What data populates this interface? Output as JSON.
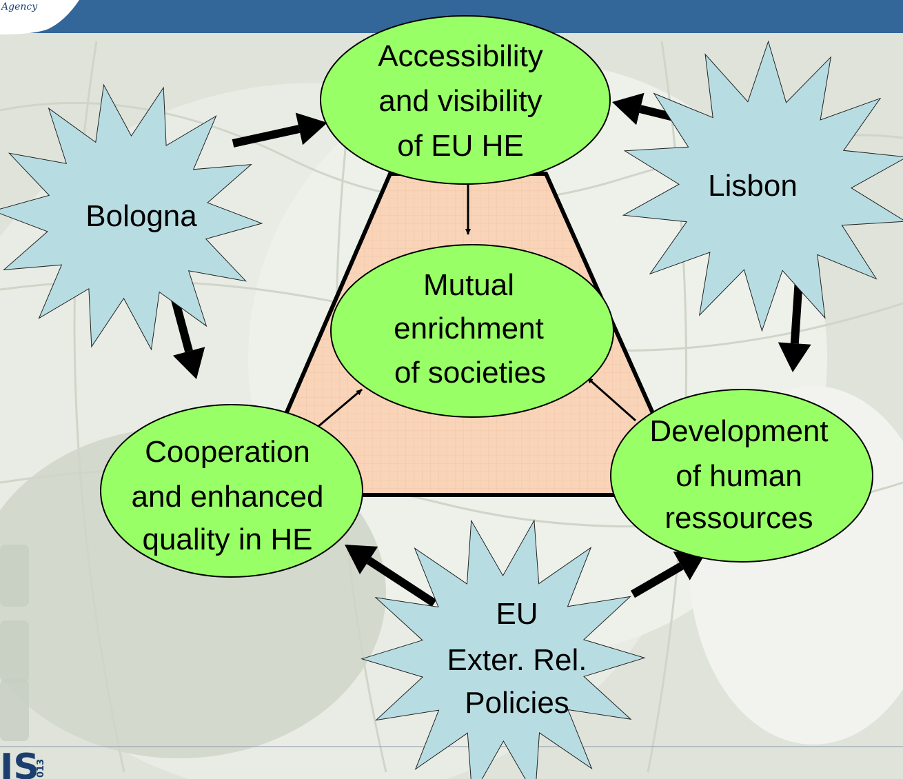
{
  "header": {
    "agency_text": "Agency",
    "bar_color": "#336699"
  },
  "footer": {
    "logo_text": "IS",
    "year_text": "013"
  },
  "colors": {
    "ellipse_fill": "#99ff66",
    "star_fill": "#b7dde2",
    "triangle_fill": "#f9d4b8",
    "triangle_stroke": "#000000",
    "arrow": "#000000"
  },
  "diagram": {
    "nodes": {
      "access": {
        "lines": [
          "Accessibility",
          "and visibility",
          "of EU HE"
        ]
      },
      "mutual": {
        "lines": [
          "Mutual",
          "enrichment",
          "of societies"
        ]
      },
      "coop": {
        "lines": [
          "Cooperation",
          "and enhanced",
          "quality in HE"
        ]
      },
      "dev": {
        "lines": [
          "Development",
          "of human",
          "ressources"
        ]
      },
      "bologna": {
        "lines": [
          "Bologna"
        ]
      },
      "lisbon": {
        "lines": [
          "Lisbon"
        ]
      },
      "euext": {
        "lines": [
          "EU",
          "Exter. Rel.",
          "Policies"
        ]
      }
    },
    "edges": [
      {
        "from": "bologna",
        "to": "access"
      },
      {
        "from": "bologna",
        "to": "coop"
      },
      {
        "from": "lisbon",
        "to": "access"
      },
      {
        "from": "lisbon",
        "to": "dev"
      },
      {
        "from": "euext",
        "to": "coop"
      },
      {
        "from": "euext",
        "to": "dev"
      },
      {
        "from": "access",
        "to": "mutual"
      },
      {
        "from": "coop",
        "to": "mutual"
      },
      {
        "from": "dev",
        "to": "mutual"
      }
    ]
  }
}
